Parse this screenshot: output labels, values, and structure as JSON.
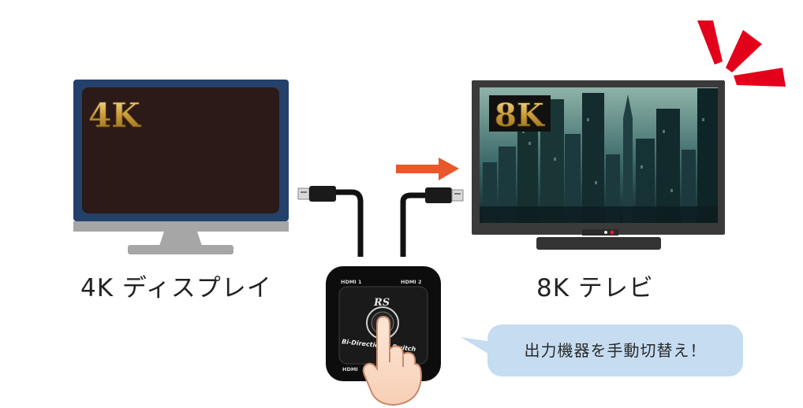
{
  "left_display": {
    "badge": "4K",
    "caption": "4K ディスプレイ"
  },
  "right_display": {
    "badge": "8K",
    "caption": "8K テレビ"
  },
  "switch_device": {
    "port_top_left": "HDMI 1",
    "port_top_right": "HDMI 2",
    "port_bottom": "HDMI",
    "brand_logo": "RS",
    "product_text": "Bi-Directional Switch"
  },
  "callout": {
    "text": "出力機器を手動切替え！"
  },
  "colors": {
    "monitor_bezel": "#24416b",
    "monitor_stand": "#a6a6a6",
    "screen_dark": "#2b1a17",
    "tv_frame": "#3a3a3a",
    "signal_arrow": "#e8582a",
    "alert_rays": "#e3001b",
    "bubble": "#c5dcf1"
  }
}
